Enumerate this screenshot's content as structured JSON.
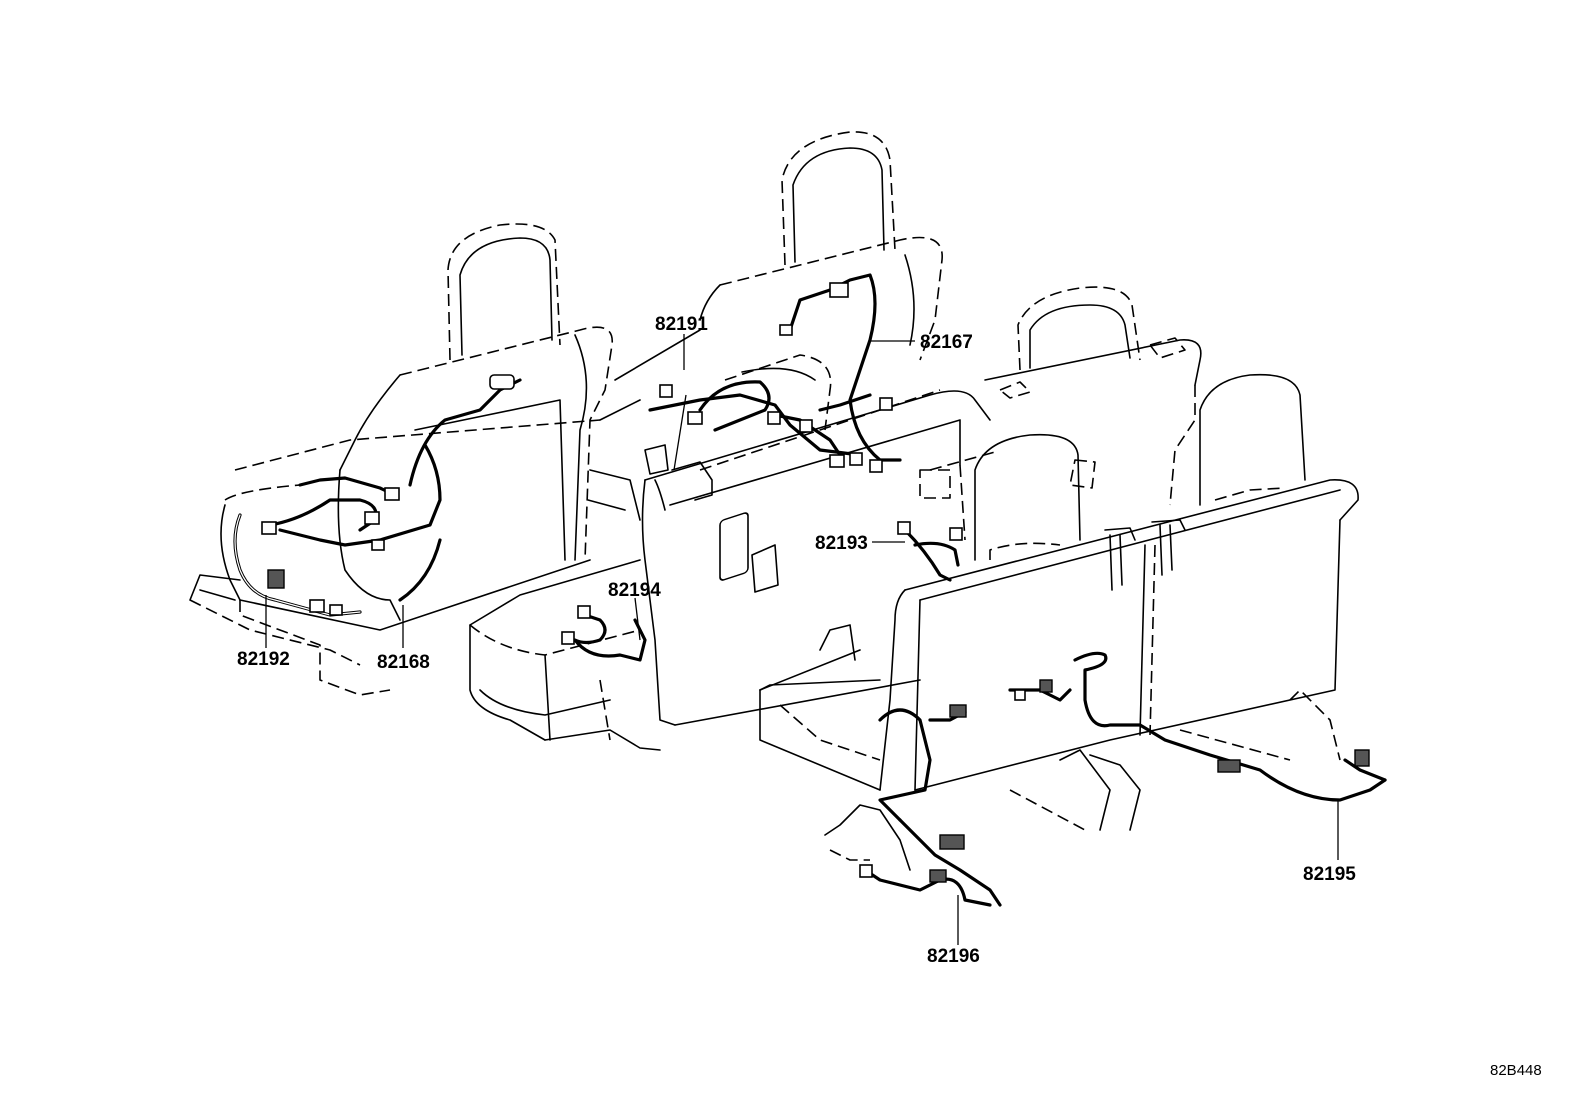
{
  "callouts": {
    "c82191": "82191",
    "c82167": "82167",
    "c82193": "82193",
    "c82194": "82194",
    "c82192": "82192",
    "c82168": "82168",
    "c82195": "82195",
    "c82196": "82196"
  },
  "figure_code": "82B448"
}
